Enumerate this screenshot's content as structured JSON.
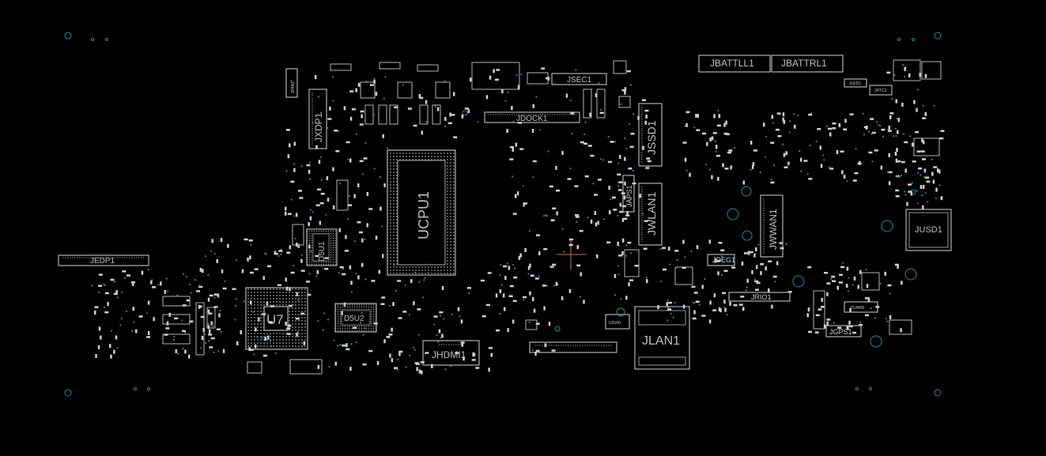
{
  "diagram": {
    "designators": {
      "cpu": "UCPU1",
      "gpu": "U7",
      "ssd": "JSSD1",
      "lan_conn": "JLAN1",
      "wlan": "JWLAN1",
      "wwan": "JWWAN1",
      "usd": "JUSD1",
      "edp": "JEDP1",
      "dp": "JXDP1",
      "hdmi": "JHDMI1",
      "dock": "JDOCK1",
      "sec": "JSEC1",
      "batt_left": "JBATTLL1",
      "batt_right": "JBATTRL1",
      "aps": "JAPS1",
      "deg": "JDEG1",
      "rio": "JRIO1",
      "gps": "JGPS1",
      "d5u1": "D5U1",
      "d5u2": "D5U2",
      "u3100": "U3100",
      "pl8400": "PL8400",
      "fan": "JFAN1",
      "led": "JLED1",
      "rtc": "JRTC1"
    },
    "colors": {
      "background": "#000000",
      "outline": "#d6d6d6",
      "via": "#2a8a96",
      "label": "#bfbfbf",
      "crosshair": "#c07070"
    }
  }
}
